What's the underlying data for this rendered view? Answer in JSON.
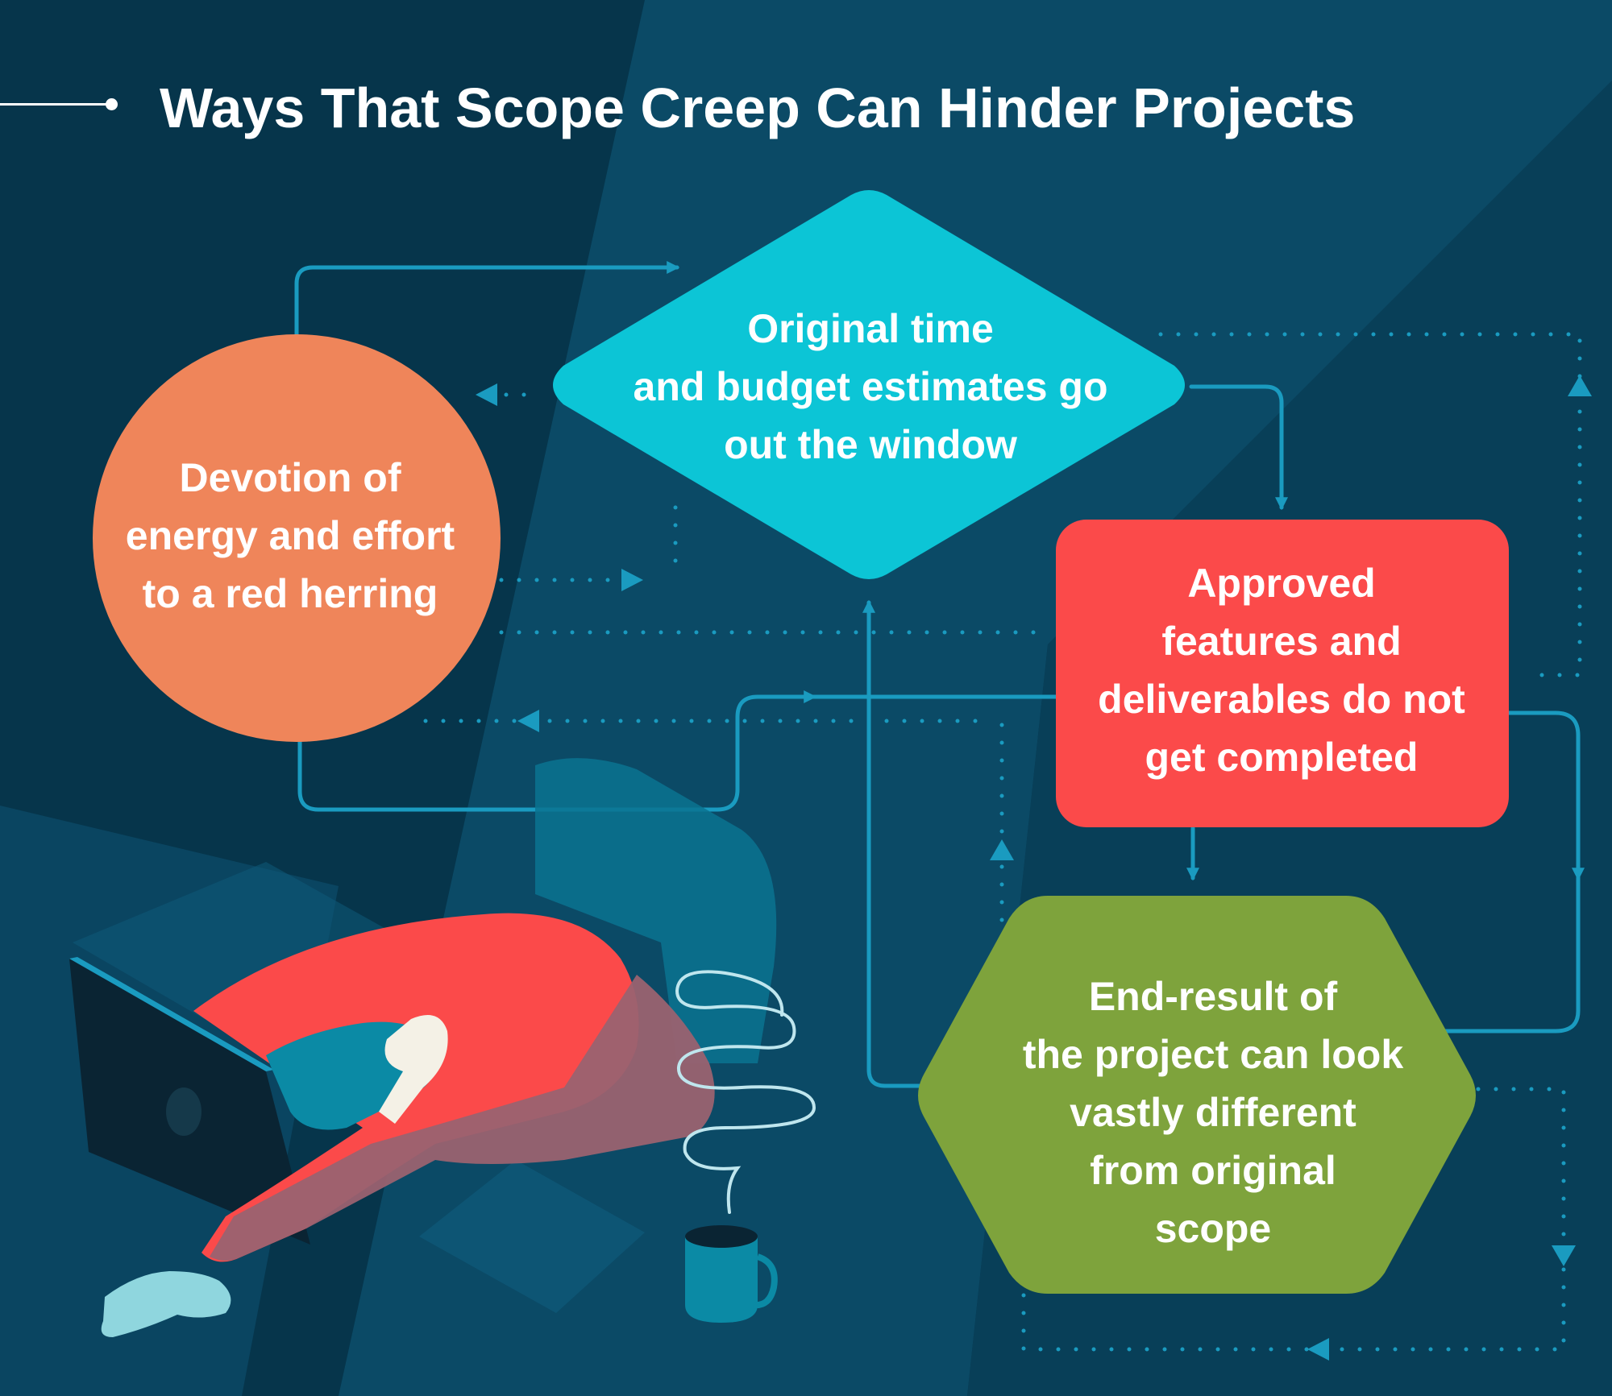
{
  "title": "Ways That Scope Creep Can Hinder Projects",
  "colors": {
    "background_dark": "#073a52",
    "background_mid": "#0b4a66",
    "connector": "#1a9bc0",
    "circle": "#ef855a",
    "diamond": "#0cc5d6",
    "rectangle": "#fb4a4a",
    "hexagon": "#7ea33c",
    "text": "#ffffff"
  },
  "nodes": {
    "circle": {
      "shape": "circle",
      "lines": [
        "Devotion of",
        "energy and effort",
        "to a red herring"
      ]
    },
    "diamond": {
      "shape": "diamond",
      "lines": [
        "Original time",
        "and budget estimates go",
        "out the window"
      ]
    },
    "rect": {
      "shape": "rounded-rectangle",
      "lines": [
        "Approved",
        "features and",
        "deliverables do not",
        "get completed"
      ]
    },
    "hex": {
      "shape": "hexagon",
      "lines": [
        "End-result of",
        "the project can look",
        "vastly different",
        "from original",
        "scope"
      ]
    }
  },
  "illustration": {
    "subject": "exhausted person slumped over a laptop with a steaming coffee mug",
    "icons": [
      "laptop-icon",
      "person-icon",
      "coffee-mug-icon",
      "steam-icon"
    ]
  }
}
